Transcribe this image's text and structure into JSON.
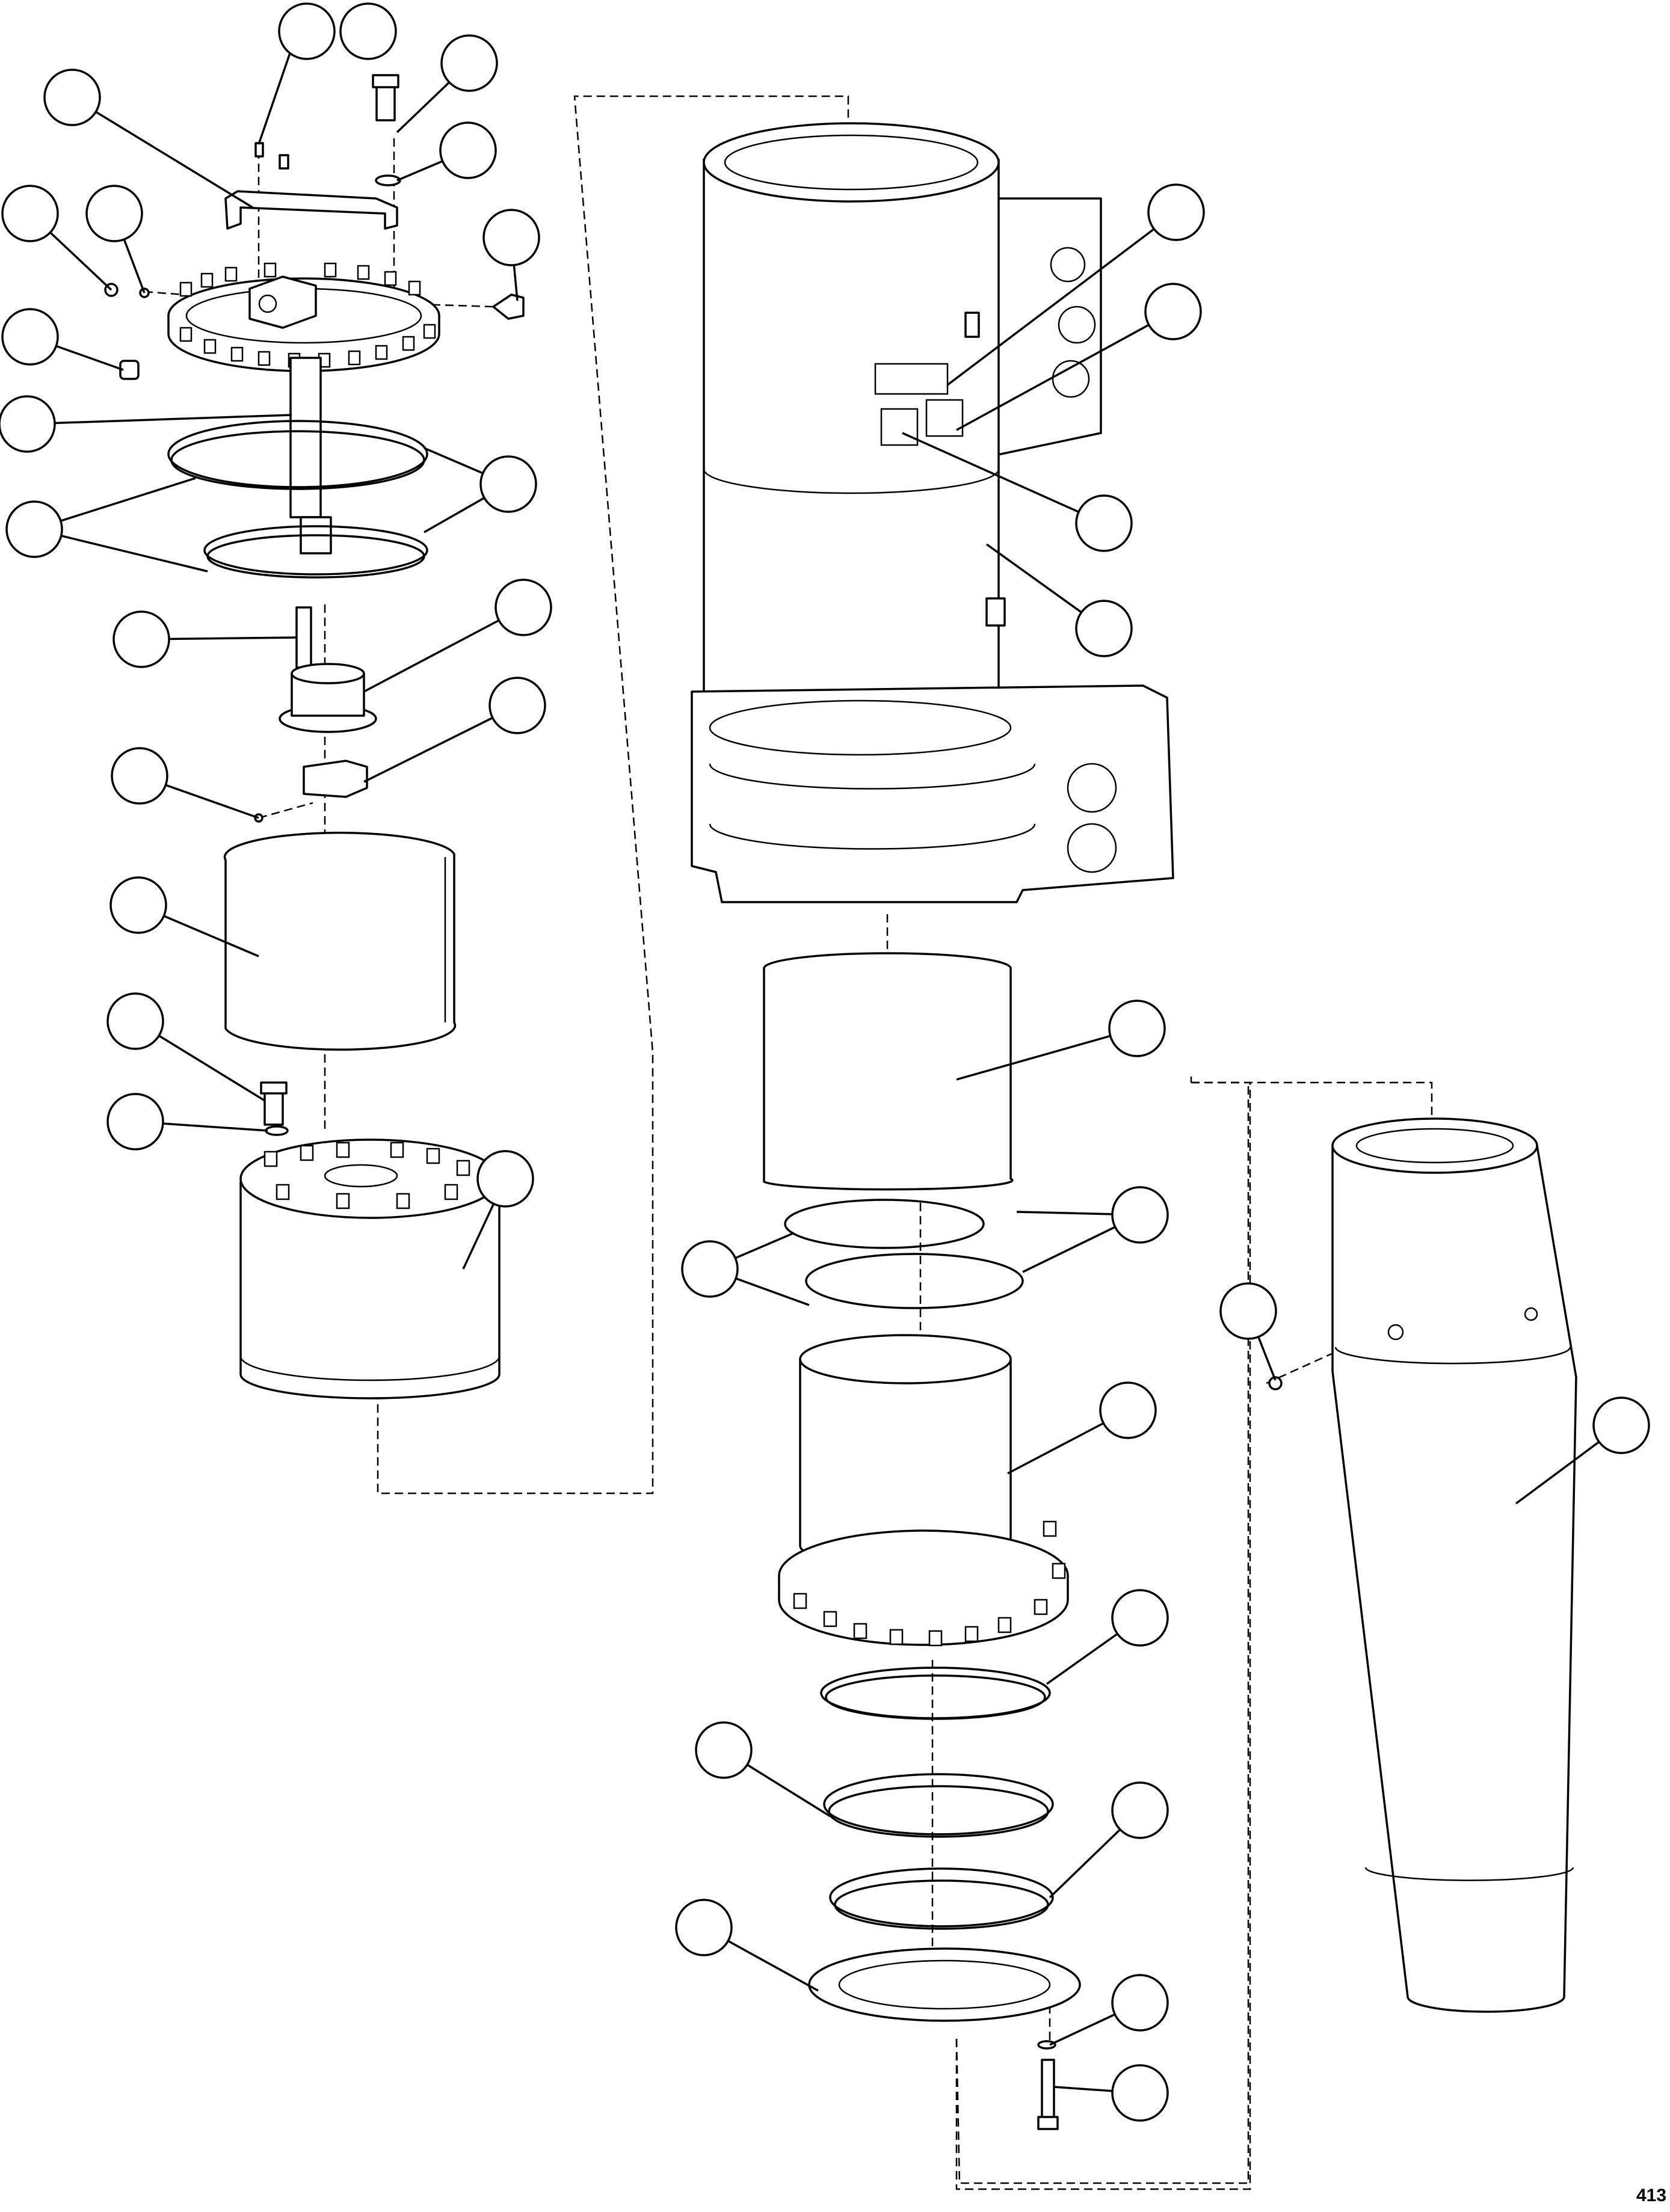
{
  "figure": {
    "number": "413"
  },
  "callouts": [
    {
      "id": "callout-1"
    },
    {
      "id": "callout-2"
    },
    {
      "id": "callout-3"
    },
    {
      "id": "callout-4"
    },
    {
      "id": "callout-5"
    },
    {
      "id": "callout-6"
    },
    {
      "id": "callout-7"
    },
    {
      "id": "callout-8"
    },
    {
      "id": "callout-9"
    },
    {
      "id": "callout-10"
    },
    {
      "id": "callout-11"
    },
    {
      "id": "callout-12"
    },
    {
      "id": "callout-13"
    },
    {
      "id": "callout-14"
    },
    {
      "id": "callout-15"
    },
    {
      "id": "callout-16"
    },
    {
      "id": "callout-17"
    },
    {
      "id": "callout-18"
    },
    {
      "id": "callout-19"
    },
    {
      "id": "callout-20"
    },
    {
      "id": "callout-21"
    },
    {
      "id": "callout-22"
    },
    {
      "id": "callout-23"
    },
    {
      "id": "callout-24"
    },
    {
      "id": "callout-25"
    },
    {
      "id": "callout-26"
    },
    {
      "id": "callout-27"
    },
    {
      "id": "callout-28"
    },
    {
      "id": "callout-29"
    },
    {
      "id": "callout-30"
    },
    {
      "id": "callout-31"
    },
    {
      "id": "callout-32"
    },
    {
      "id": "callout-33"
    }
  ]
}
